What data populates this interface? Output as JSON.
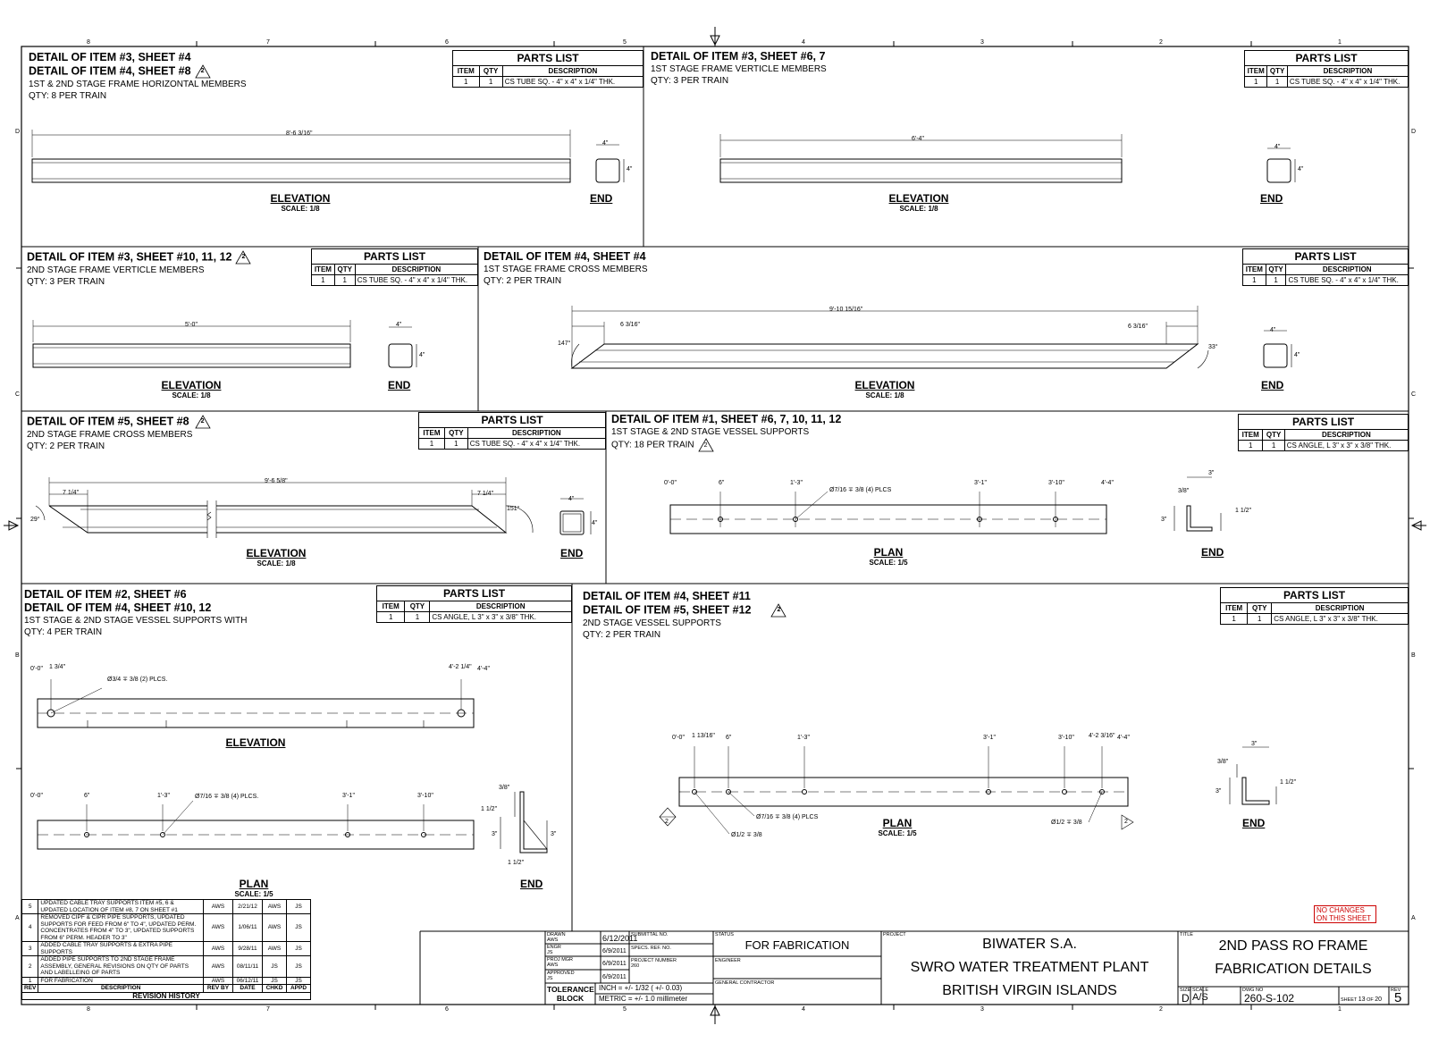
{
  "grid": {
    "cols_top": [
      "8",
      "7",
      "6",
      "5",
      "4",
      "3",
      "2",
      "1"
    ],
    "rows_side": [
      "D",
      "C",
      "B",
      "A"
    ]
  },
  "parts": {
    "header": "PARTS LIST",
    "col_item": "ITEM",
    "col_qty": "QTY",
    "col_desc": "DESCRIPTION",
    "tube_desc": "CS TUBE SQ. - 4\" x 4\" x 1/4\" THK.",
    "angle_desc": "CS ANGLE,  L 3\" x 3\" x 3/8\" THK.",
    "one": "1"
  },
  "views": {
    "elevation": "ELEVATION",
    "end": "END",
    "plan": "PLAN",
    "scale_18": "SCALE: 1/8",
    "scale_15": "SCALE: 1/5",
    "rev_mark": "2"
  },
  "detail_a": {
    "title1": "DETAIL OF ITEM #3, SHEET #4",
    "title2": "DETAIL OF ITEM #4, SHEET #8",
    "sub": "1ST & 2ND STAGE FRAME HORIZONTAL MEMBERS",
    "qty": "QTY: 8 PER TRAIN",
    "dim_len": "8'-6 3/16\"",
    "dim_w": "4\"",
    "dim_h": "4\""
  },
  "detail_b": {
    "title1": "DETAIL OF ITEM #3, SHEET #6, 7",
    "sub": "1ST STAGE FRAME VERTICLE MEMBERS",
    "qty": "QTY: 3 PER TRAIN",
    "dim_len": "6'-4\"",
    "dim_w": "4\"",
    "dim_h": "4\""
  },
  "detail_c": {
    "title1": "DETAIL OF ITEM #3, SHEET #10, 11, 12",
    "sub": "2ND STAGE FRAME VERTICLE MEMBERS",
    "qty": "QTY: 3 PER TRAIN",
    "dim_len": "5'-0\"",
    "dim_w": "4\"",
    "dim_h": "4\""
  },
  "detail_d": {
    "title1": "DETAIL OF ITEM #4, SHEET #4",
    "sub": "1ST STAGE FRAME CROSS MEMBERS",
    "qty": "QTY: 2 PER TRAIN",
    "dim_len": "9'-10 15/16\"",
    "dim_l": "6 3/16\"",
    "dim_r": "6 3/16\"",
    "ang_l": "147°",
    "ang_r": "33°",
    "dim_w": "4\"",
    "dim_h": "4\""
  },
  "detail_e": {
    "title1": "DETAIL OF ITEM #5, SHEET #8",
    "sub": "2ND STAGE FRAME CROSS MEMBERS",
    "qty": "QTY: 2 PER TRAIN",
    "dim_len": "9'-6 5/8\"",
    "dim_l": "7 1/4\"",
    "dim_r": "7 1/4\"",
    "ang_l": "29°",
    "ang_r": "151°",
    "dim_w": "4\"",
    "dim_h": "4\""
  },
  "detail_f": {
    "title1": "DETAIL OF ITEM #1, SHEET #6, 7, 10, 11, 12",
    "sub": "1ST STAGE & 2ND STAGE VESSEL SUPPORTS",
    "qty": "QTY: 18 PER TRAIN",
    "ticks": [
      "0'-0\"",
      "6\"",
      "1'-3\"",
      "3'-1\"",
      "3'-10\"",
      "4'-4\""
    ],
    "hole_note": "Ø7/16 ∓ 3/8 (4) PLCS",
    "end_w": "3\"",
    "end_t": "3/8\"",
    "end_h": "3\"",
    "end_g": "1 1/2\""
  },
  "detail_g": {
    "title1": "DETAIL OF ITEM #2, SHEET #6",
    "title2": "DETAIL OF ITEM #4, SHEET #10, 12",
    "sub": "1ST STAGE & 2ND STAGE VESSEL SUPPORTS WITH",
    "qty": "QTY: 4 PER TRAIN",
    "elev_ticks": [
      "0'-0\"",
      "1 3/4\"",
      "4'-2 1/4\"",
      "4'-4\""
    ],
    "elev_note": "Ø3/4 ∓ 3/8 (2) PLCS.",
    "plan_ticks": [
      "0'-0\"",
      "6\"",
      "1'-3\"",
      "3'-1\"",
      "3'-10\""
    ],
    "plan_note": "Ø7/16 ∓ 3/8 (4) PLCS.",
    "end_t": "3/8\"",
    "end_g": "1 1/2\"",
    "end_h1": "3\"",
    "end_h2": "3\"",
    "end_g2": "1 1/2\""
  },
  "detail_h": {
    "title1": "DETAIL OF ITEM #4, SHEET #11",
    "title2": "DETAIL OF ITEM #5, SHEET #12",
    "sub": "2ND STAGE VESSEL SUPPORTS",
    "qty": "QTY: 2 PER TRAIN",
    "ticks": [
      "0'-0\"",
      "1 13/16\"",
      "6\"",
      "1'-3\"",
      "3'-1\"",
      "3'-10\"",
      "4'-2 3/16\"",
      "4'-4\""
    ],
    "hole_note": "Ø7/16 ∓ 3/8 (4) PLCS",
    "hole_l": "Ø1/2 ∓ 3/8",
    "hole_r": "Ø1/2 ∓ 3/8",
    "end_w": "3\"",
    "end_t": "3/8\"",
    "end_h": "3\"",
    "end_g": "1 1/2\""
  },
  "revisions": {
    "rows": [
      {
        "rev": "5",
        "desc": "UPDATED CABLE TRAY SUPPORTS ITEM #5, 6 & UPDATED LOCATION OF ITEM #8, 7 ON SHEET #1",
        "by": "AWS",
        "date": "2/21/12",
        "chkd": "AWS",
        "appd": "JS"
      },
      {
        "rev": "4",
        "desc": "REMOVED CIPF & CIPR PIPE SUPPORTS, UPDATED SUPPORTS FOR FEED FROM 6\" TO 4\", UPDATED PERM. CONCENTRATES FROM 4\" TO 3\", UPDATED SUPPORTS FROM 6\" PERM. HEADER TO 3\"",
        "by": "AWS",
        "date": "1/06/11",
        "chkd": "AWS",
        "appd": "JS"
      },
      {
        "rev": "3",
        "desc": "ADDED CABLE TRAY SUPPORTS & EXTRA PIPE SUPPORTS",
        "by": "AWS",
        "date": "9/28/11",
        "chkd": "AWS",
        "appd": "JS"
      },
      {
        "rev": "2",
        "desc": "ADDED PIPE SUPPORTS TO 2ND STAGE FRAME ASSEMBLY, GENERAL REVISIONS ON QTY OF PARTS AND LABELLEING OF PARTS",
        "by": "AWS",
        "date": "08/11/11",
        "chkd": "JS",
        "appd": "JS"
      },
      {
        "rev": "1",
        "desc": "FOR FABRICATION",
        "by": "AWS",
        "date": "06/12/11",
        "chkd": "JS",
        "appd": "JS"
      }
    ],
    "h_rev": "REV",
    "h_desc": "DESCRIPTION",
    "h_by": "REV BY",
    "h_date": "DATE",
    "h_chkd": "CHKD",
    "h_appd": "APPD",
    "footer": "REVISION HISTORY"
  },
  "no_changes": "NO CHANGES ON THIS SHEET",
  "title_block": {
    "drawn_lbl": "DRAWN",
    "drawn_by": "AWS",
    "drawn_date": "6/12/2011",
    "engr_lbl": "ENGR",
    "engr_by": "JS",
    "engr_date": "6/9/2011",
    "proj_mgr_lbl": "PROJ MGR",
    "proj_mgr_by": "AWS",
    "proj_mgr_date": "6/9/2011",
    "approved_lbl": "APPROVED",
    "approved_by": "JS",
    "approved_date": "6/9/2011",
    "submittal_lbl": "SUBMITTAL NO.",
    "specs_lbl": "SPECS. REF. NO.",
    "proj_num_lbl": "PROJECT NUMBER",
    "proj_num": "260",
    "tolerance": "TOLERANCE",
    "block": "BLOCK",
    "tol_inch": "INCH = +/- 1/32 ( +/- 0.03)",
    "tol_metric": "METRIC = +/- 1.0 millimeter",
    "status_lbl": "STATUS",
    "status": "FOR FABRICATION",
    "engineer_lbl": "ENGINEER",
    "contractor_lbl": "GENERAL CONTRACTOR",
    "project_lbl": "PROJECT",
    "project1": "BIWATER S.A.",
    "project2": "SWRO WATER TREATMENT PLANT",
    "project3": "BRITISH VIRGIN ISLANDS",
    "title_lbl": "TITLE",
    "title1": "2ND PASS RO FRAME",
    "title2": "FABRICATION DETAILS",
    "size_lbl": "SIZE",
    "size": "D",
    "scale_lbl": "SCALE",
    "scale": "A/S",
    "dwg_lbl": "DWG NO",
    "dwg": "260-S-102",
    "sheet_lbl": "SHEET",
    "sheet": "13",
    "of_lbl": "OF",
    "of": "20",
    "rev_lbl": "REV",
    "rev": "5"
  },
  "colors": {
    "line": "#000000",
    "red": "#cc0000"
  }
}
